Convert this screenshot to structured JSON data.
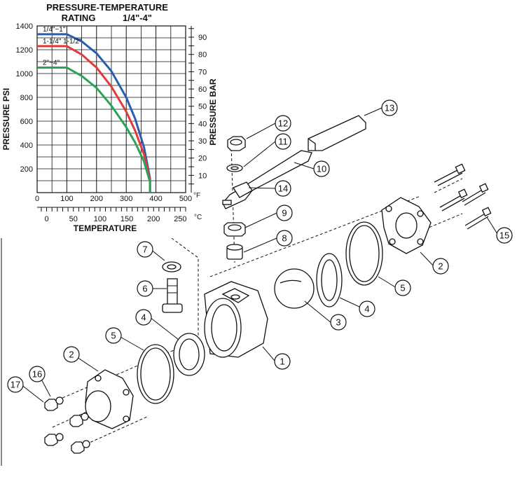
{
  "chart": {
    "title_line1": "PRESSURE-TEMPERATURE",
    "title_line2": "RATING",
    "title_size": "1/4\"-4\"",
    "ylabel_left": "PRESSURE PSI",
    "ylabel_right": "PRESSURE BAR",
    "xlabel": "TEMPERATURE",
    "unit_f": "°F",
    "unit_c": "°C"
  },
  "chart_data": {
    "type": "line",
    "xlabel": "TEMPERATURE",
    "ylabel": "PRESSURE PSI",
    "xlim": [
      0,
      500
    ],
    "ylim": [
      0,
      1400
    ],
    "x_ticks_f": [
      "0",
      "100",
      "200",
      "300",
      "400",
      "500"
    ],
    "x_ticks_c": [
      "0",
      "50",
      "100",
      "150",
      "200",
      "250"
    ],
    "y_ticks_psi": [
      "200",
      "400",
      "600",
      "800",
      "1000",
      "1200",
      "1400"
    ],
    "y_ticks_bar": [
      "10",
      "20",
      "30",
      "40",
      "50",
      "60",
      "70",
      "80",
      "90"
    ],
    "grid": true,
    "series": [
      {
        "name": "1/4\"~1\"",
        "color": "#2a5db0",
        "x": [
          0,
          100,
          150,
          200,
          250,
          300,
          330,
          360,
          380,
          380
        ],
        "y": [
          1330,
          1330,
          1270,
          1170,
          1020,
          800,
          620,
          380,
          120,
          0
        ]
      },
      {
        "name": "1-1/4\" 1-1/2\"",
        "color": "#e03a3a",
        "x": [
          0,
          100,
          150,
          200,
          250,
          300,
          330,
          360,
          380,
          380
        ],
        "y": [
          1230,
          1230,
          1160,
          1050,
          890,
          680,
          520,
          320,
          110,
          0
        ]
      },
      {
        "name": "2\"~4\"",
        "color": "#2aa35a",
        "x": [
          0,
          100,
          150,
          200,
          250,
          300,
          330,
          360,
          380,
          380
        ],
        "y": [
          1050,
          1050,
          980,
          880,
          730,
          550,
          420,
          260,
          90,
          0
        ]
      }
    ]
  },
  "callouts": [
    "1",
    "2",
    "2",
    "3",
    "4",
    "4",
    "5",
    "5",
    "6",
    "7",
    "8",
    "9",
    "10",
    "11",
    "12",
    "13",
    "14",
    "15",
    "16",
    "17"
  ]
}
